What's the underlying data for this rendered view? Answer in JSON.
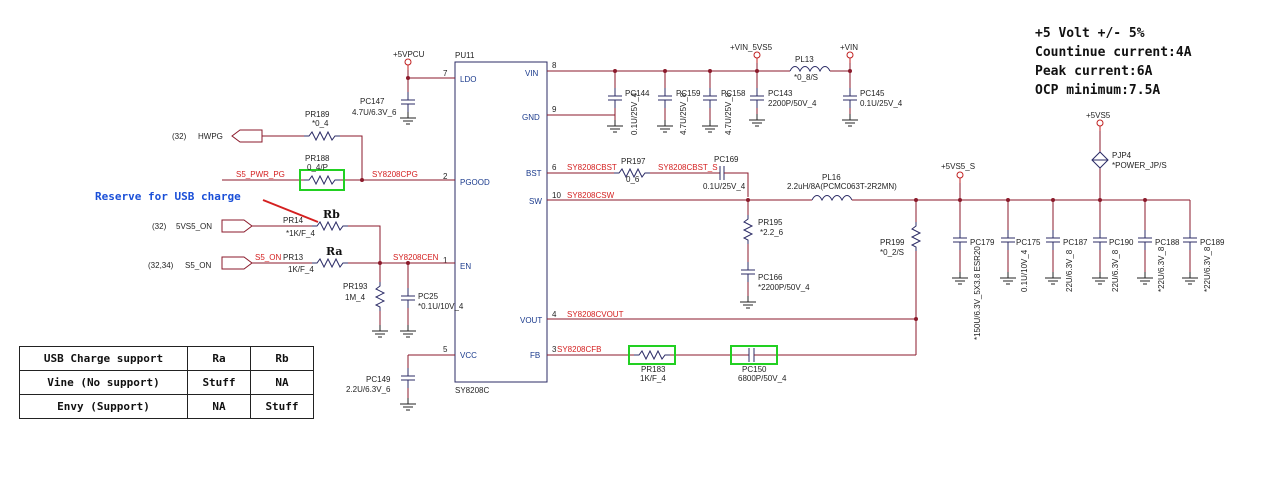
{
  "spec": {
    "line1": "+5 Volt +/- 5%",
    "line2": "Countinue current:4A",
    "line3": "Peak current:6A",
    "line4": "OCP minimum:7.5A"
  },
  "table": {
    "header": [
      "USB Charge support",
      "Ra",
      "Rb"
    ],
    "rows": [
      [
        "Vine (No support)",
        "Stuff",
        "NA"
      ],
      [
        "Envy (Support)",
        "NA",
        "Stuff"
      ]
    ]
  },
  "note": "Reserve for USB charge",
  "ic": {
    "ref": "PU11",
    "part": "SY8208C",
    "pins": [
      {
        "num": "7",
        "name": "LDO"
      },
      {
        "num": "2",
        "name": "PGOOD"
      },
      {
        "num": "1",
        "name": "EN"
      },
      {
        "num": "5",
        "name": "VCC"
      },
      {
        "num": "8",
        "name": "VIN"
      },
      {
        "num": "9",
        "name": "GND"
      },
      {
        "num": "6",
        "name": "BST"
      },
      {
        "num": "10",
        "name": "SW"
      },
      {
        "num": "4",
        "name": "VOUT"
      },
      {
        "num": "3",
        "name": "FB"
      }
    ]
  },
  "nets": {
    "hwpg": "HWPG",
    "hwpg_ref": "(32)",
    "s5_pwr_pg": "S5_PWR_PG",
    "cpg": "SY8208CPG",
    "vs5_on": "5VS5_ON",
    "vs5_on_ref": "(32)",
    "s5_on": "S5_ON",
    "s5_on_ref": "(32,34)",
    "s5_on_wire": "S5_ON",
    "cen": "SY8208CEN",
    "cbst": "SY8208CBST",
    "cbst_s": "SY8208CBST_S",
    "csw": "SY8208CSW",
    "cvout": "SY8208CVOUT",
    "cfb": "SY8208CFB"
  },
  "rails": {
    "vpcu": "+5VPCU",
    "vin_5vs5": "+VIN_5VS5",
    "vin": "+VIN",
    "vs5_s": "+5VS5_S",
    "vs5": "+5VS5"
  },
  "labels": {
    "ra": "Ra",
    "rb": "Rb"
  },
  "parts": {
    "pc147": {
      "ref": "PC147",
      "val": "4.7U/6.3V_6"
    },
    "pr189": {
      "ref": "PR189",
      "val": "*0_4"
    },
    "pr188": {
      "ref": "PR188",
      "val": "0_4/P"
    },
    "pr14": {
      "ref": "PR14",
      "val": "*1K/F_4"
    },
    "pr13": {
      "ref": "PR13",
      "val": "1K/F_4"
    },
    "pr193": {
      "ref": "PR193",
      "val": "1M_4"
    },
    "pc25": {
      "ref": "PC25",
      "val": "*0.1U/10V_4"
    },
    "pc149": {
      "ref": "PC149",
      "val": "2.2U/6.3V_6"
    },
    "pc144": {
      "ref": "PC144",
      "val": "0.1U/25V_4"
    },
    "pc159": {
      "ref": "PC159",
      "val": "4.7U/25V_8"
    },
    "pc158": {
      "ref": "PC158",
      "val": "4.7U/25V_8"
    },
    "pc143": {
      "ref": "PC143",
      "val": "2200P/50V_4"
    },
    "pl13": {
      "ref": "PL13",
      "val": "*0_8/S"
    },
    "pc145": {
      "ref": "PC145",
      "val": "0.1U/25V_4"
    },
    "pr197": {
      "ref": "PR197",
      "val": "0_6"
    },
    "pc169": {
      "ref": "PC169",
      "val": "0.1U/25V_4"
    },
    "pl16": {
      "ref": "PL16",
      "val": "2.2uH/8A(PCMC063T-2R2MN)"
    },
    "pr195": {
      "ref": "PR195",
      "val": "*2.2_6"
    },
    "pc166": {
      "ref": "PC166",
      "val": "*2200P/50V_4"
    },
    "pr199": {
      "ref": "PR199",
      "val": "*0_2/S"
    },
    "pc179": {
      "ref": "PC179",
      "val": "*150U/6.3V_5X3.8 ESR20"
    },
    "pc175": {
      "ref": "PC175",
      "val": "0.1U/10V_4"
    },
    "pc187": {
      "ref": "PC187",
      "val": "22U/6.3V_8"
    },
    "pc190": {
      "ref": "PC190",
      "val": "22U/6.3V_8"
    },
    "pc188": {
      "ref": "PC188",
      "val": "*22U/6.3V_8"
    },
    "pc189": {
      "ref": "PC189",
      "val": "*22U/6.3V_8"
    },
    "pjp4": {
      "ref": "PJP4",
      "val": "*POWER_JP/S"
    },
    "pr183": {
      "ref": "PR183",
      "val": "1K/F_4"
    },
    "pc150": {
      "ref": "PC150",
      "val": "6800P/50V_4"
    }
  },
  "colors": {
    "wire": "#8b1a2b",
    "net_label": "#d42020",
    "part_body": "#2b2b66",
    "highlight": "#22d022",
    "note": "#1a4fd8"
  }
}
